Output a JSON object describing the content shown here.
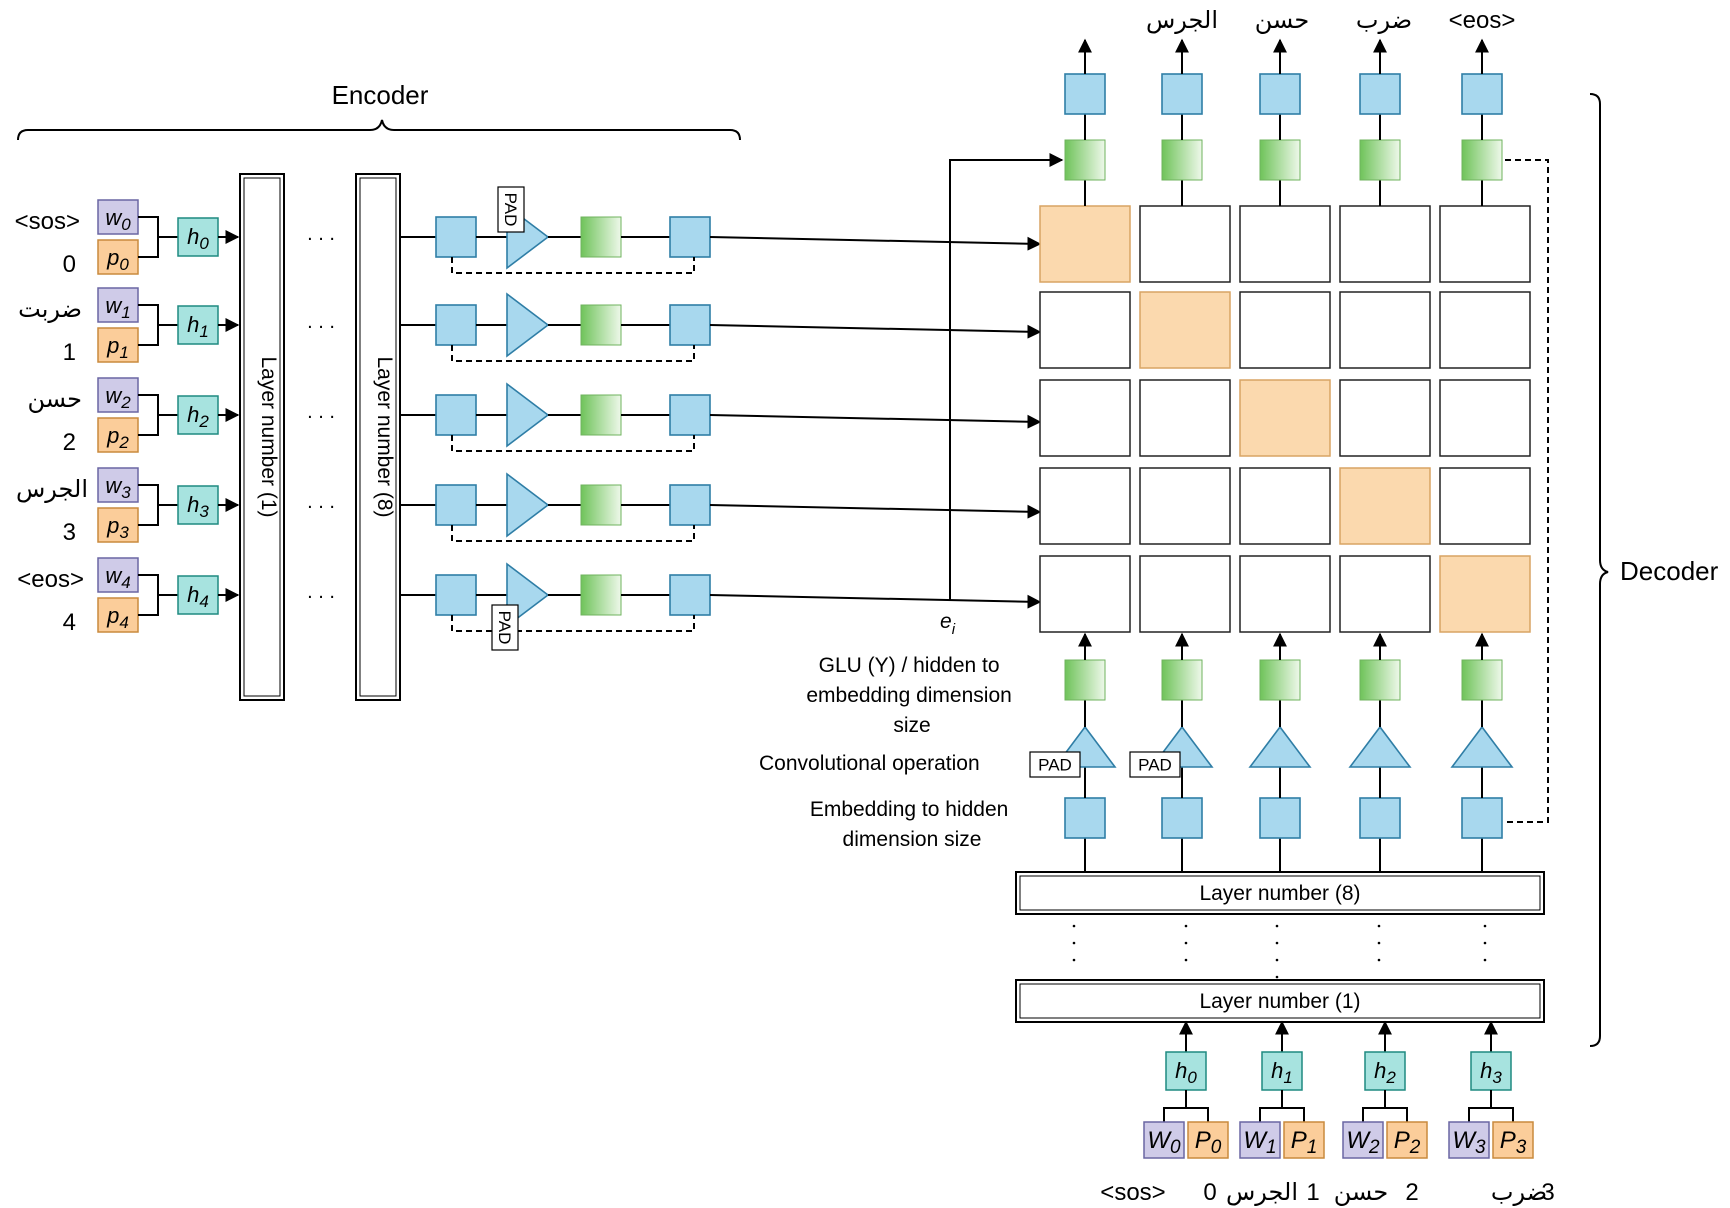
{
  "encoder": {
    "title": "Encoder",
    "inputs": [
      {
        "word": "<sos>",
        "pos": "0",
        "w": "w",
        "p": "p",
        "h": "h",
        "sub": "0"
      },
      {
        "word": "ضربت",
        "pos": "1",
        "w": "w",
        "p": "p",
        "h": "h",
        "sub": "1"
      },
      {
        "word": "حسن",
        "pos": "2",
        "w": "w",
        "p": "p",
        "h": "h",
        "sub": "2"
      },
      {
        "word": "الجرس",
        "pos": "3",
        "w": "w",
        "p": "p",
        "h": "h",
        "sub": "3"
      },
      {
        "word": "<eos>",
        "pos": "4",
        "w": "w",
        "p": "p",
        "h": "h",
        "sub": "4"
      }
    ],
    "layer_first": "Layer number (1)",
    "layer_last": "Layer number (8)",
    "pad_label": "PAD",
    "ellipsis": ". . ."
  },
  "decoder": {
    "title": "Decoder",
    "outputs": [
      "الجرس",
      "حسن",
      "ضرب",
      "<eos>"
    ],
    "attention_diagonal": [
      0,
      1,
      2,
      3,
      4
    ],
    "ei_label": "e",
    "ei_sub": "i",
    "glu_label_lines": [
      "GLU (Y) / hidden to",
      "embedding dimension",
      "size"
    ],
    "conv_label": "Convolutional operation",
    "emb_label_lines": [
      "Embedding to hidden",
      "dimension size"
    ],
    "pad_label": "PAD",
    "layer_last": "Layer number (8)",
    "layer_first": "Layer number (1)",
    "inputs": [
      {
        "W": "W",
        "P": "P",
        "h": "h",
        "sub": "0"
      },
      {
        "W": "W",
        "P": "P",
        "h": "h",
        "sub": "1"
      },
      {
        "W": "W",
        "P": "P",
        "h": "h",
        "sub": "2"
      },
      {
        "W": "W",
        "P": "P",
        "h": "h",
        "sub": "3"
      }
    ],
    "bottom_labels": [
      {
        "text": "<sos>",
        "num": "0"
      },
      {
        "text": "الجرس",
        "num": "1"
      },
      {
        "text": "حسن",
        "num": "2"
      },
      {
        "text": "ضرب",
        "num": "3"
      }
    ]
  },
  "colors": {
    "embedding": "#a8d8ee",
    "hidden": "#a7e3df",
    "word": "#cfcbe8",
    "position": "#fbcd9a",
    "attention": "#fbd9ae",
    "glu_start": "#6fc35a",
    "glu_end": "#eef8ea"
  },
  "icons": [
    "triangle-conv-icon",
    "arrow-icon"
  ]
}
